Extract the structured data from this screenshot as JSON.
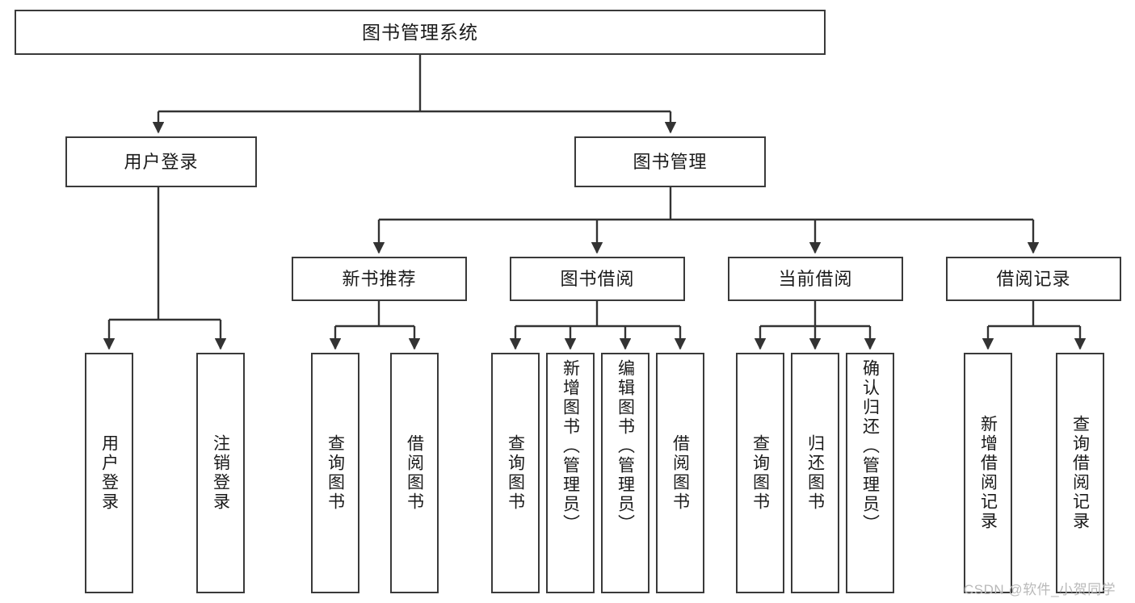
{
  "diagram": {
    "type": "tree-structure-chart",
    "title": "图书管理系统",
    "colors": {
      "box_border": "#3a3a3a",
      "box_fill": "#ffffff",
      "edge": "#333333",
      "text": "#1a1a1a",
      "background": "#ffffff",
      "watermark": "#b9b9b9"
    },
    "levels": {
      "root": "图书管理系统",
      "level2": [
        "用户登录",
        "图书管理"
      ],
      "level3": [
        "新书推荐",
        "图书借阅",
        "当前借阅",
        "借阅记录"
      ],
      "level4_groups": [
        {
          "parent": "用户登录",
          "children": [
            "用户登录",
            "注销登录"
          ]
        },
        {
          "parent": "新书推荐",
          "children": [
            "查询图书",
            "借阅图书"
          ]
        },
        {
          "parent": "图书借阅",
          "children": [
            "查询图书",
            "新增图书（管理员）",
            "编辑图书（管理员）",
            "借阅图书"
          ]
        },
        {
          "parent": "当前借阅",
          "children": [
            "查询图书",
            "归还图书",
            "确认归还（管理员）"
          ]
        },
        {
          "parent": "借阅记录",
          "children": [
            "新增借阅记录",
            "查询借阅记录"
          ]
        }
      ]
    },
    "nodes": {
      "root": {
        "label": "图书管理系统"
      },
      "user_login": {
        "label": "用户登录"
      },
      "book_manage": {
        "label": "图书管理"
      },
      "new_book_rec": {
        "label": "新书推荐"
      },
      "book_borrow": {
        "label": "图书借阅"
      },
      "current_borrow": {
        "label": "当前借阅"
      },
      "borrow_record": {
        "label": "借阅记录"
      },
      "leaf_user_login": {
        "label": "用户登录"
      },
      "leaf_logout": {
        "label": "注销登录"
      },
      "leaf_query_book_1": {
        "label": "查询图书"
      },
      "leaf_borrow_book_1": {
        "label": "借阅图书"
      },
      "leaf_query_book_2": {
        "label": "查询图书"
      },
      "leaf_add_book": {
        "label": "新增图书（管理员）"
      },
      "leaf_edit_book": {
        "label": "编辑图书（管理员）"
      },
      "leaf_borrow_book_2": {
        "label": "借阅图书"
      },
      "leaf_query_book_3": {
        "label": "查询图书"
      },
      "leaf_return_book": {
        "label": "归还图书"
      },
      "leaf_confirm_return": {
        "label": "确认归还（管理员）"
      },
      "leaf_add_record": {
        "label": "新增借阅记录"
      },
      "leaf_query_record": {
        "label": "查询借阅记录"
      }
    },
    "watermark": "CSDN @软件_小贺同学"
  }
}
